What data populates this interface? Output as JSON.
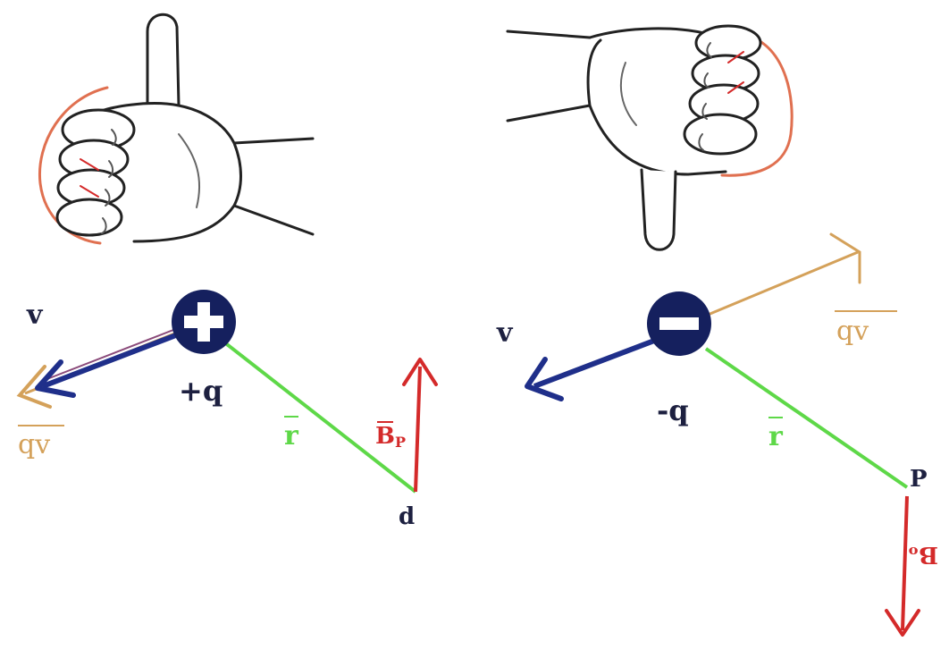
{
  "diagram": {
    "left_panel": {
      "charge_sign": "+",
      "charge_label": "+q",
      "velocity_label": "v",
      "qv_label": "qv",
      "r_label": "r",
      "field_label_main": "B",
      "field_label_sub": "P",
      "point_label": "d"
    },
    "right_panel": {
      "charge_sign": "−",
      "charge_label": "-q",
      "velocity_label": "v",
      "qv_label": "qv",
      "r_label": "r",
      "field_label": "Bₒ",
      "point_label": "P"
    },
    "colors": {
      "charge_fill": "#15205e",
      "velocity": "#1f2f8a",
      "qv": "#d4a15a",
      "r": "#5ed848",
      "field": "#d42a2a",
      "curl": "#e07050",
      "outline": "#222222",
      "text": "#1d2040"
    }
  }
}
